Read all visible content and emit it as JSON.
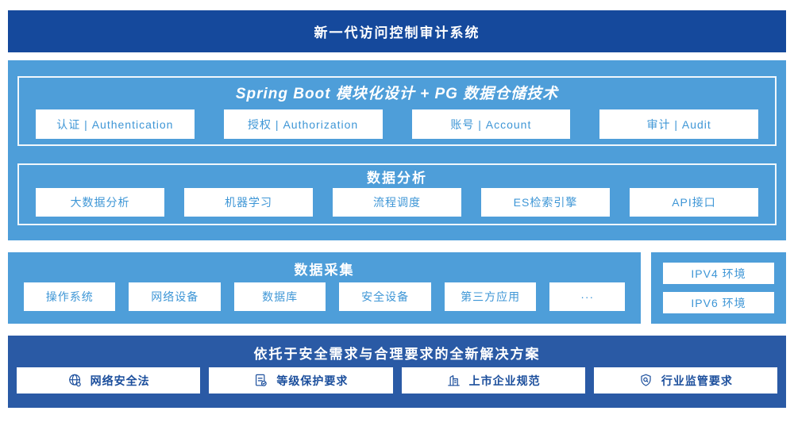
{
  "banner": {
    "title": "新一代访问控制审计系统"
  },
  "platform": {
    "modules_section": {
      "title": "Spring Boot 模块化设计 + PG 数据仓储技术",
      "items": [
        "认证 | Authentication",
        "授权 | Authorization",
        "账号 | Account",
        "审计 | Audit"
      ]
    },
    "analysis_section": {
      "title": "数据分析",
      "items": [
        "大数据分析",
        "机器学习",
        "流程调度",
        "ES检索引擎",
        "API接口"
      ]
    }
  },
  "collection_section": {
    "title": "数据采集",
    "items": [
      "操作系统",
      "网络设备",
      "数据库",
      "安全设备",
      "第三方应用",
      "···"
    ]
  },
  "environment_section": {
    "items": [
      "IPV4 环境",
      "IPV6 环境"
    ]
  },
  "solution_section": {
    "title": "依托于安全需求与合理要求的全新解决方案",
    "items": [
      {
        "icon": "globe-icon",
        "label": "网络安全法"
      },
      {
        "icon": "document-check-icon",
        "label": "等级保护要求"
      },
      {
        "icon": "building-icon",
        "label": "上市企业规范"
      },
      {
        "icon": "shield-search-icon",
        "label": "行业监管要求"
      }
    ]
  },
  "colors": {
    "primary_dark": "#15499c",
    "solution_dark": "#2a5aa5",
    "primary_light": "#4e9ed9",
    "box_text_blue": "#3e96d6",
    "white": "#ffffff"
  }
}
